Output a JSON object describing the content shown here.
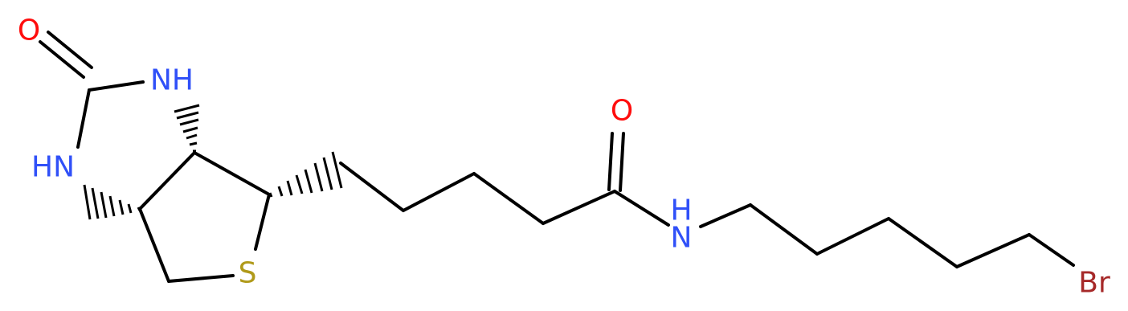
{
  "diagram": {
    "colors": {
      "bond": "#000000",
      "O": "#ff0d0d",
      "N": "#3050f8",
      "S": "#b09a1a",
      "Br": "#a62929"
    },
    "atoms": {
      "o_urea": "O",
      "nh_top": "NH",
      "hn_left": "HN",
      "s_ring": "S",
      "o_amide": "O",
      "nh_amide_h": "H",
      "nh_amide_n": "N",
      "br": "Br"
    }
  }
}
